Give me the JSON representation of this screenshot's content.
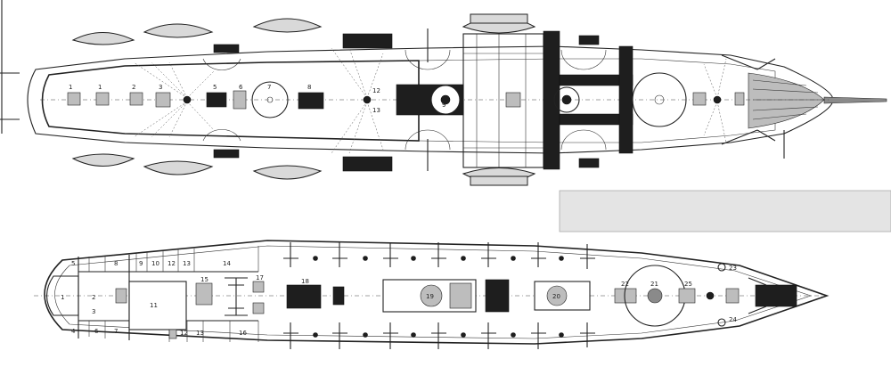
{
  "upper_plan": {
    "hatch_numbers": [
      "1",
      "1",
      "2",
      "3",
      "5",
      "6",
      "7",
      "8",
      "9",
      "12",
      "13"
    ]
  },
  "lower_plan": {
    "compartment_numbers": [
      "1",
      "2",
      "3",
      "4",
      "5",
      "6",
      "7",
      "8",
      "9",
      "10",
      "11",
      "12",
      "12",
      "13",
      "13",
      "14",
      "15",
      "16",
      "17",
      "18",
      "19",
      "20",
      "21",
      "22",
      "23",
      "24",
      "25"
    ]
  },
  "colors": {
    "ink": "#222222",
    "boat_fill": "#d9d9d9",
    "dark_fill": "#1e1e1e",
    "inset_panel": "#e4e4e4"
  }
}
